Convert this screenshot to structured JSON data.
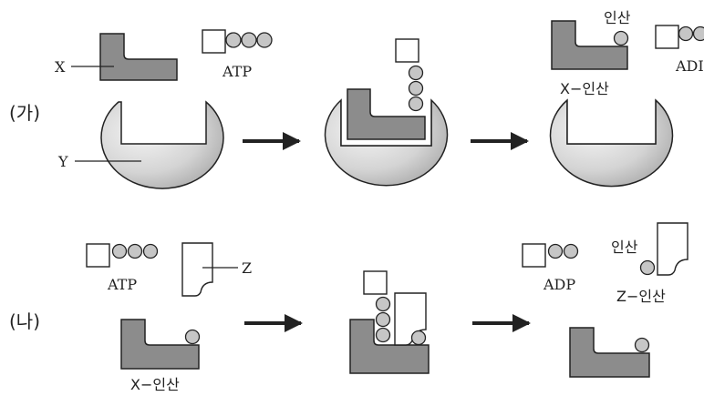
{
  "labels": {
    "panel_a": "(가)",
    "panel_b": "(나)",
    "x": "X",
    "y": "Y",
    "z": "Z",
    "atp": "ATP",
    "atp_b": "ATP",
    "adp_partial": "ADI",
    "adp": "ADP",
    "phosphate_a3": "인산",
    "x_phosphate_a3": "X−인산",
    "x_phosphate_b1": "X−인산",
    "phosphate_b3": "인산",
    "z_phosphate_b3": "Z−인산"
  },
  "colors": {
    "substrate_dark": "#8c8c8c",
    "phosphate_circle": "#c6c6c6",
    "stroke": "#222222",
    "enzyme_light": "#f2f2f2",
    "enzyme_dark": "#a6a6a6"
  }
}
